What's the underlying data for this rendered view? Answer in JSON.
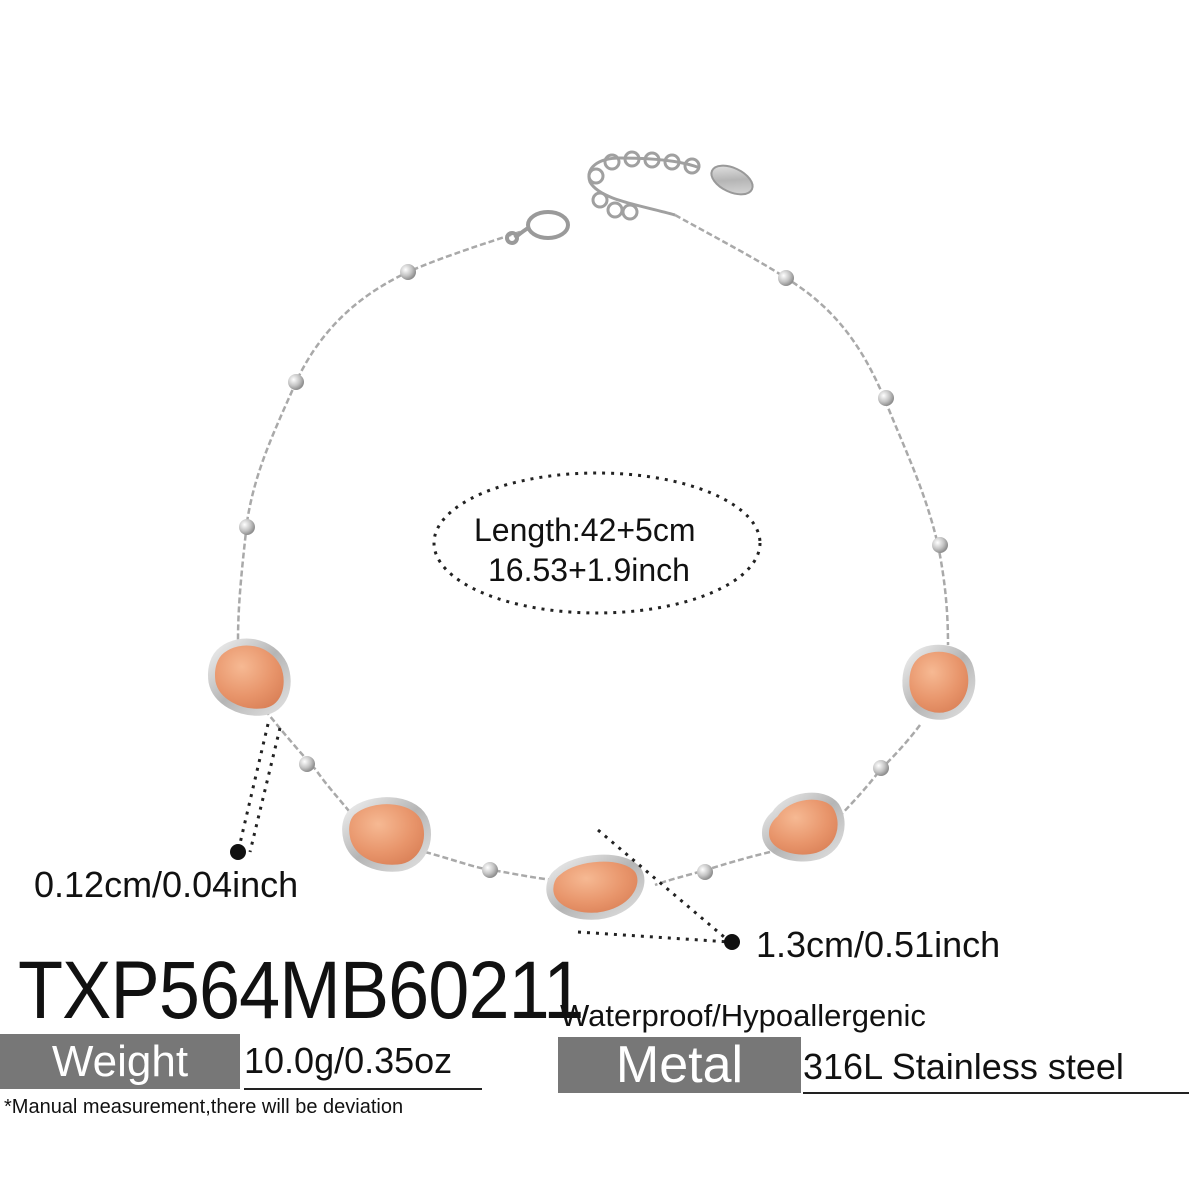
{
  "product": {
    "sku": "TXP564MB60211",
    "features": "Waterproof/Hypoallergenic",
    "length_line1": "Length:42+5cm",
    "length_line2": "16.53+1.9inch",
    "chain_thickness": "0.12cm/0.04inch",
    "stone_size": "1.3cm/0.51inch",
    "weight_label": "Weight",
    "weight_value": "10.0g/0.35oz",
    "metal_label": "Metal",
    "metal_value": "316L Stainless steel",
    "disclaimer": "*Manual measurement,there will be deviation"
  },
  "colors": {
    "stone": "#e8956b",
    "stone_highlight": "#f3b08a",
    "silver": "#b8b8b8",
    "silver_dark": "#8a8a8a",
    "label_box": "#777777"
  },
  "icons": {
    "dot": "measurement-dot-icon"
  }
}
